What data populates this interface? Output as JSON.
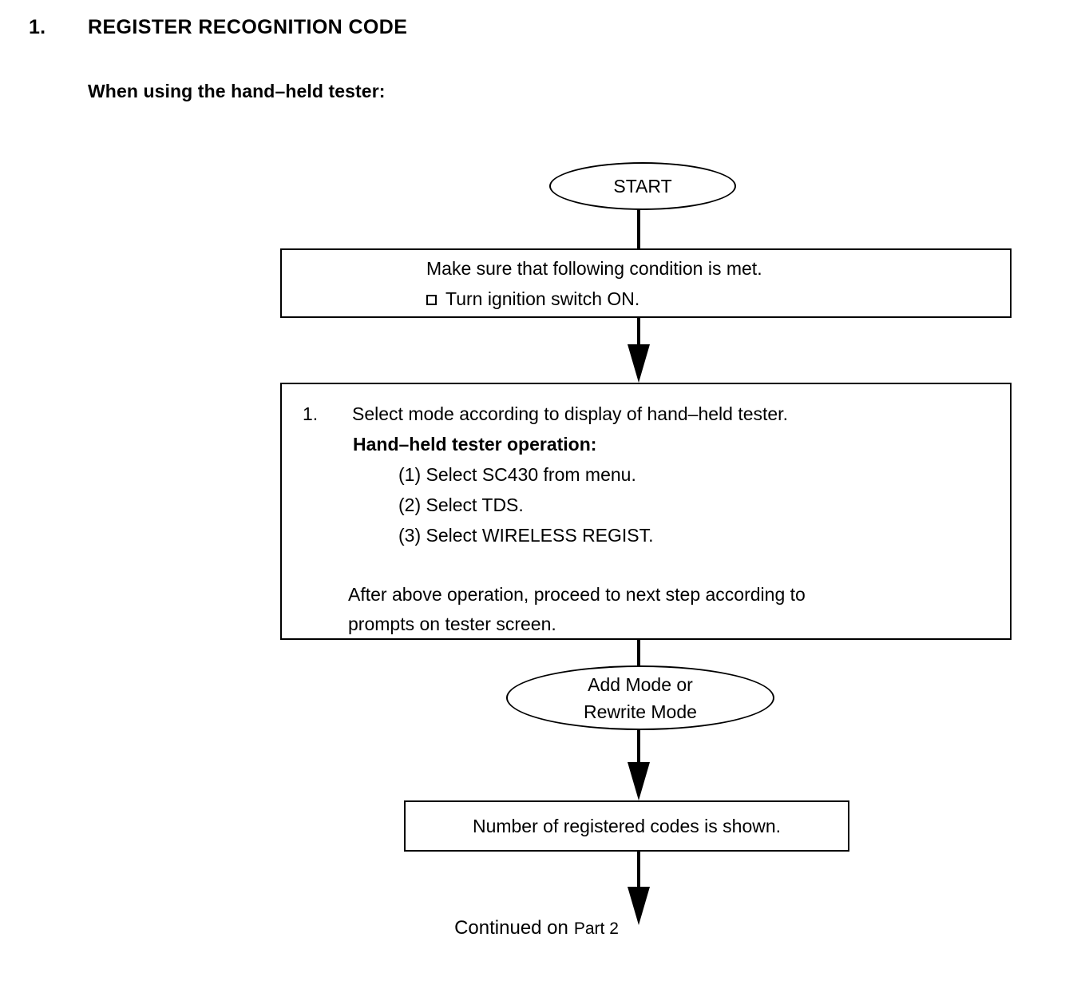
{
  "heading": {
    "number": "1.",
    "title": "REGISTER RECOGNITION CODE",
    "subheading": "When using the hand–held tester:"
  },
  "flowchart": {
    "start_node": {
      "shape": "ellipse",
      "label": "START"
    },
    "condition_box": {
      "shape": "rectangle",
      "line1": "Make sure that following condition is met.",
      "checkbox_icon": "empty-checkbox",
      "line2": "Turn ignition switch ON."
    },
    "instruction_box": {
      "shape": "rectangle",
      "step_number": "1.",
      "step_text": "Select mode according to display of hand–held tester.",
      "operation_title": "Hand–held tester operation:",
      "operations": [
        "(1) Select SC430 from menu.",
        "(2) Select TDS.",
        "(3) Select WIRELESS REGIST."
      ],
      "note_line1": "After above operation, proceed to next step according to",
      "note_line2": "prompts on tester screen."
    },
    "mode_node": {
      "shape": "ellipse",
      "line1": "Add Mode or",
      "line2": "Rewrite Mode"
    },
    "result_box": {
      "shape": "rectangle",
      "label": "Number of registered codes is shown."
    },
    "footer": {
      "continued_text": "Continued on",
      "part_text": "Part 2"
    },
    "colors": {
      "stroke": "#000000",
      "fill": "#ffffff",
      "text": "#000000"
    }
  }
}
